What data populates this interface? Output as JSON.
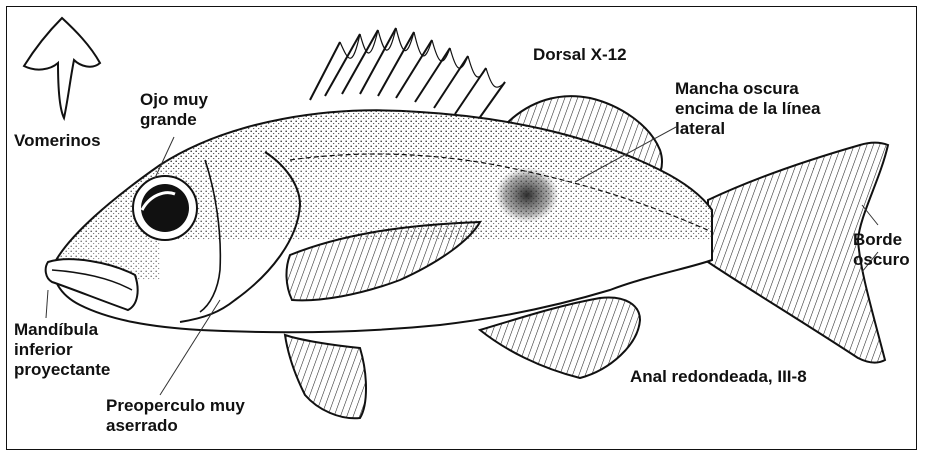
{
  "labels": {
    "vomerinos": "Vomerinos",
    "ojo": "Ojo muy\ngrande",
    "dorsal": "Dorsal X-12",
    "mancha": "Mancha oscura\nencima de la línea\nlateral",
    "borde": "Borde\noscuro",
    "mandibula": "Mandíbula\ninferior\nproyectante",
    "preoperculo": "Preoperculo muy\naserrado",
    "anal": "Anal redondeada, III-8"
  },
  "colors": {
    "ink": "#111111",
    "background": "#ffffff",
    "stipple": "#2a2a2a"
  },
  "icons": {
    "vomerine": "vomerine-tooth-patch",
    "fish": "snapper-fish-drawing"
  }
}
